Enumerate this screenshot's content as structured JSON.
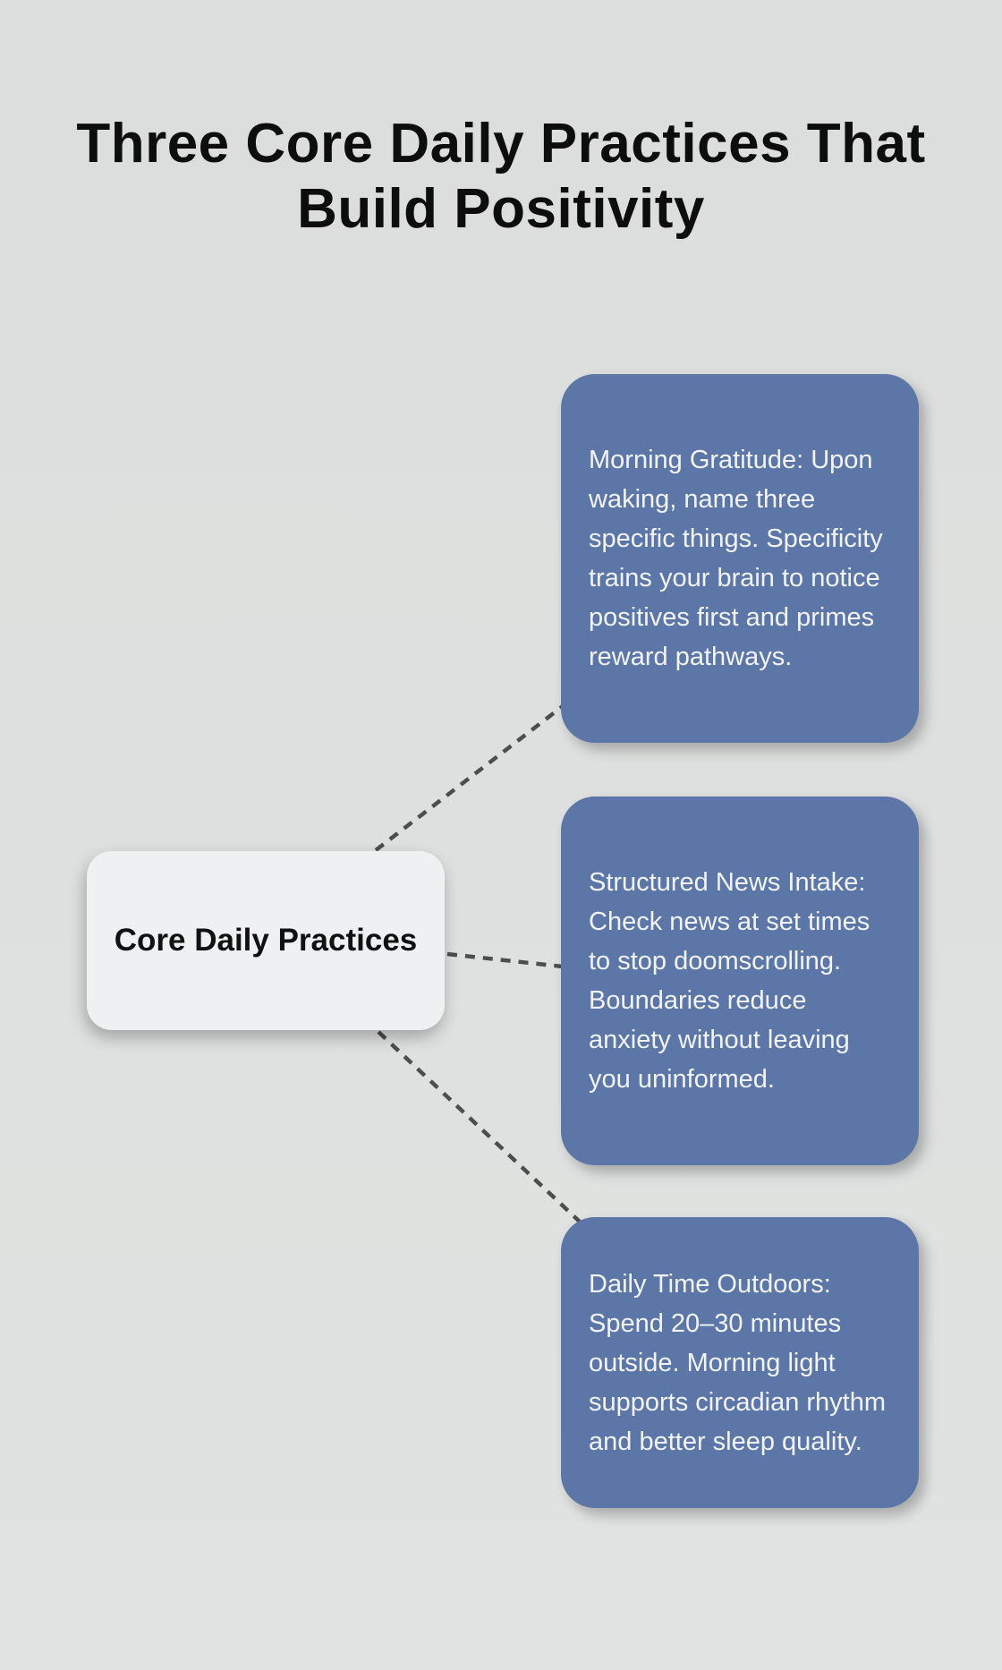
{
  "title": "Three Core Daily Practices That Build Positivity",
  "root": {
    "label": "Core Daily Practices"
  },
  "branches": [
    {
      "text": "Morning Gratitude: Upon waking, name three specific things. Specificity trains your brain to notice positives first and primes reward pathways."
    },
    {
      "text": "Structured News Intake: Check news at set times to stop doomscrolling. Boundaries reduce anxiety without leaving you uninformed."
    },
    {
      "text": "Daily Time Outdoors: Spend 20–30 minutes outside. Morning light supports circadian rhythm and better sleep quality."
    }
  ],
  "colors": {
    "background": "#dee0df",
    "branch_fill": "#5c76a7",
    "branch_text": "#f1f4f8",
    "root_fill": "#eef0f1",
    "root_text": "#111111",
    "connector": "#4d4d4d",
    "title_text": "#0d0d0d"
  }
}
